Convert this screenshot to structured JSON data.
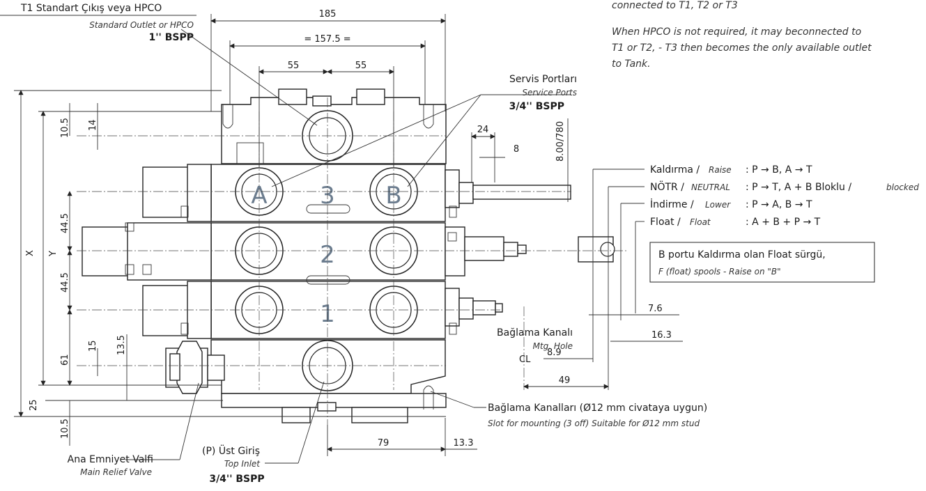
{
  "top_note": {
    "line1": "connected to T1, T2 or T3",
    "line2": "When HPCO is not required, it may beconnected to",
    "line3": "T1 or T2, - T3 then becomes the only available outlet",
    "line4": "to Tank."
  },
  "callouts": {
    "outlet_title": "T1 Standart Çıkış veya HPCO",
    "outlet_sub": "Standard Outlet or HPCO",
    "outlet_size": "1'' BSPP",
    "service_title": "Servis Portları",
    "service_sub": "Service Ports",
    "service_size": "3/4'' BSPP",
    "mtg_title": "Bağlama Kanalı",
    "mtg_sub": "Mtg. Hole",
    "mtg_cl": "CL",
    "slot_title": "Bağlama Kanalları (Ø12 mm civataya uygun)",
    "slot_sub": "Slot for mounting (3 off) Suitable for Ø12 mm stud",
    "relief_title": "Ana Emniyet Valfi",
    "relief_sub": "Main Relief Valve",
    "inlet_title": "(P) Üst Giriş",
    "inlet_sub": "Top Inlet",
    "inlet_size": "3/4'' BSPP"
  },
  "ports": {
    "a": "A",
    "b": "B",
    "sections": [
      "3",
      "2",
      "1"
    ]
  },
  "functions": [
    {
      "tr": "Kaldırma /",
      "en": "Raise",
      "desc": ": P → B, A → T",
      "extra": ""
    },
    {
      "tr": "NÖTR /",
      "en": "NEUTRAL",
      "desc": ": P → T, A + B Bloklu /",
      "extra": "blocked"
    },
    {
      "tr": "İndirme /",
      "en": "Lower",
      "desc": ": P → A,  B → T",
      "extra": ""
    },
    {
      "tr": "Float /",
      "en": "Float",
      "desc": ": A + B + P → T",
      "extra": ""
    }
  ],
  "float_box": {
    "title": "B portu Kaldırma olan Float sürgü,",
    "sub": "F (float) spools - Raise on \"B\""
  },
  "dimensions": {
    "width_185": "185",
    "width_157": "= 157.5 =",
    "d55_left": "55",
    "d55_right": "55",
    "d24": "24",
    "d8": "8",
    "d8_780": "8.00/780",
    "d10_5_top": "10.5",
    "d14": "14",
    "d44_5_top": "44.5",
    "d44_5_bot": "44.5",
    "X": "X",
    "Y": "Y",
    "d61": "61",
    "d15": "15",
    "d13_5": "13.5",
    "d25": "25",
    "d10_5_bot": "10.5",
    "d79": "79",
    "d13_3": "13.3",
    "d7_6": "7.6",
    "d16_3": "16.3",
    "d8_9": "8.9",
    "d49": "49"
  }
}
